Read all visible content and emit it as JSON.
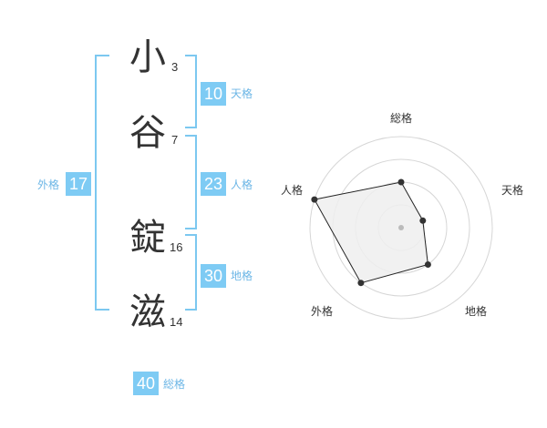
{
  "characters": [
    {
      "char": "小",
      "strokes": "3"
    },
    {
      "char": "谷",
      "strokes": "7"
    },
    {
      "char": "錠",
      "strokes": "16"
    },
    {
      "char": "滋",
      "strokes": "14"
    }
  ],
  "fortunes": {
    "tenkaku": {
      "value": "10",
      "label": "天格"
    },
    "jinkaku": {
      "value": "23",
      "label": "人格"
    },
    "chikaku": {
      "value": "30",
      "label": "地格"
    },
    "gaikaku": {
      "value": "17",
      "label": "外格"
    },
    "soukaku": {
      "value": "40",
      "label": "総格"
    }
  },
  "chart_data": {
    "type": "radar",
    "axes": [
      "総格",
      "天格",
      "地格",
      "外格",
      "人格"
    ],
    "values": [
      2,
      1,
      2,
      3,
      4
    ],
    "max": 4,
    "rings": 4,
    "colors": {
      "fill": "#eeeeee",
      "stroke": "#222222",
      "ring": "#d6d6d6",
      "point": "#333333",
      "center": "#bbbbbb"
    }
  }
}
